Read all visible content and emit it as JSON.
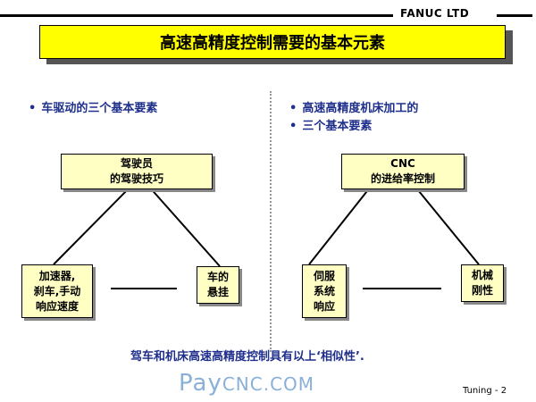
{
  "header": {
    "brand": "FANUC LTD"
  },
  "title": "高速高精度控制需要的基本元素",
  "left": {
    "bullet": "车驱动的三个基本要素",
    "top_node": [
      "驾驶员",
      "的驾驶技巧"
    ],
    "left_node": [
      "加速器,",
      "刹车,手动",
      "响应速度"
    ],
    "right_node": [
      "车的",
      "悬挂"
    ]
  },
  "right": {
    "bullets": [
      "高速高精度机床加工的",
      "三个基本要素"
    ],
    "top_node": [
      "CNC",
      "的进给率控制"
    ],
    "left_node": [
      "伺服",
      "系统",
      "响应"
    ],
    "right_node": [
      "机械",
      "刚性"
    ]
  },
  "summary": "驾车和机床高速高精度控制具有以上‘相似性’.",
  "watermark": {
    "pay": "Pay",
    "cnc": "CNC.COM"
  },
  "footer": "Tuning - 2",
  "colors": {
    "title_bg": "#ffff00",
    "node_bg": "#ffffc4",
    "text_blue": "#1f2f8c"
  }
}
